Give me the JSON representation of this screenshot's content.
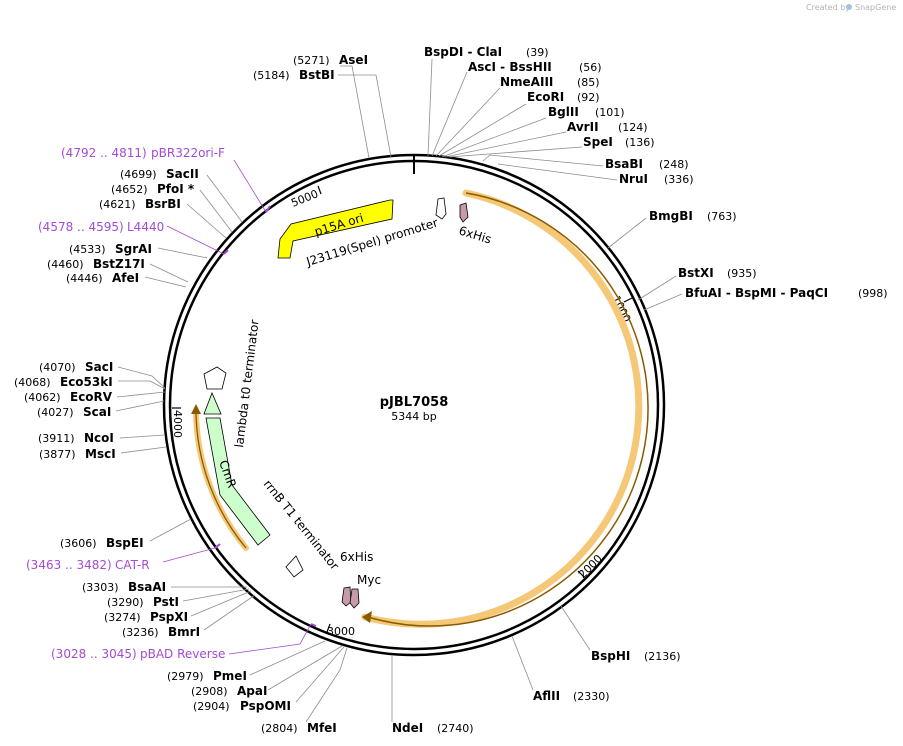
{
  "app": {
    "credit": "Created by",
    "brand": "SnapGene"
  },
  "plasmid": {
    "name": "pJBL7058",
    "length": 5344,
    "length_label": "5344 bp"
  },
  "ruler": [
    "1000",
    "2000",
    "3000",
    "4000",
    "5000"
  ],
  "sites": [
    {
      "name": "AseI",
      "pos": "(5271)"
    },
    {
      "name": "BstBI",
      "pos": "(5184)"
    },
    {
      "name": "BspDI - ClaI",
      "pos": "(39)"
    },
    {
      "name": "AscI - BssHII",
      "pos": "(56)"
    },
    {
      "name": "NmeAIII",
      "pos": "(85)"
    },
    {
      "name": "EcoRI",
      "pos": "(92)"
    },
    {
      "name": "BglII",
      "pos": "(101)"
    },
    {
      "name": "AvrII",
      "pos": "(124)"
    },
    {
      "name": "SpeI",
      "pos": "(136)"
    },
    {
      "name": "BsaBI",
      "pos": "(248)"
    },
    {
      "name": "NruI",
      "pos": "(336)"
    },
    {
      "name": "BmgBI",
      "pos": "(763)"
    },
    {
      "name": "BstXI",
      "pos": "(935)"
    },
    {
      "name": "BfuAI - BspMI - PaqCI",
      "pos": "(998)"
    },
    {
      "name": "BspHI",
      "pos": "(2136)"
    },
    {
      "name": "AflII",
      "pos": "(2330)"
    },
    {
      "name": "NdeI",
      "pos": "(2740)"
    },
    {
      "name": "MfeI",
      "pos": "(2804)"
    },
    {
      "name": "PspOMI",
      "pos": "(2904)"
    },
    {
      "name": "ApaI",
      "pos": "(2908)"
    },
    {
      "name": "PmeI",
      "pos": "(2979)"
    },
    {
      "name": "BmrI",
      "pos": "(3236)"
    },
    {
      "name": "PspXI",
      "pos": "(3274)"
    },
    {
      "name": "PstI",
      "pos": "(3290)"
    },
    {
      "name": "BsaAI",
      "pos": "(3303)"
    },
    {
      "name": "BspEI",
      "pos": "(3606)"
    },
    {
      "name": "MscI",
      "pos": "(3877)"
    },
    {
      "name": "NcoI",
      "pos": "(3911)"
    },
    {
      "name": "ScaI",
      "pos": "(4027)"
    },
    {
      "name": "EcoRV",
      "pos": "(4062)"
    },
    {
      "name": "Eco53kI",
      "pos": "(4068)"
    },
    {
      "name": "SacI",
      "pos": "(4070)"
    },
    {
      "name": "AfeI",
      "pos": "(4446)"
    },
    {
      "name": "BstZ17I",
      "pos": "(4460)"
    },
    {
      "name": "SgrAI",
      "pos": "(4533)"
    },
    {
      "name": "BsrBI",
      "pos": "(4621)"
    },
    {
      "name": "PfoI *",
      "pos": "(4652)"
    },
    {
      "name": "SacII",
      "pos": "(4699)"
    }
  ],
  "primers": [
    {
      "range": "(4792 .. 4811)",
      "name": "pBR322ori-F"
    },
    {
      "range": "(4578 .. 4595)",
      "name": "L4440"
    },
    {
      "range": "(3463 .. 3482)",
      "name": "CAT-R"
    },
    {
      "range": "(3028 .. 3045)",
      "name": "pBAD Reverse"
    }
  ],
  "features": {
    "p15a": "p15A ori",
    "promoter": "J23119(SpeI) promoter",
    "his_top": "6xHis",
    "lambda": "lambda t0 terminator",
    "cmr": "CmR",
    "rrnb": "rrnB T1 terminator",
    "his_bottom": "6xHis",
    "myc": "Myc"
  },
  "colors": {
    "backbone": "#000000",
    "ori": "#ffff00",
    "cmr": "#ccffcc",
    "orf_highlight": "#f5c878",
    "orf_line": "#8a5a00",
    "tag": "#c89aa8",
    "primer": "#a64ad4",
    "terminator": "#ffffff"
  }
}
